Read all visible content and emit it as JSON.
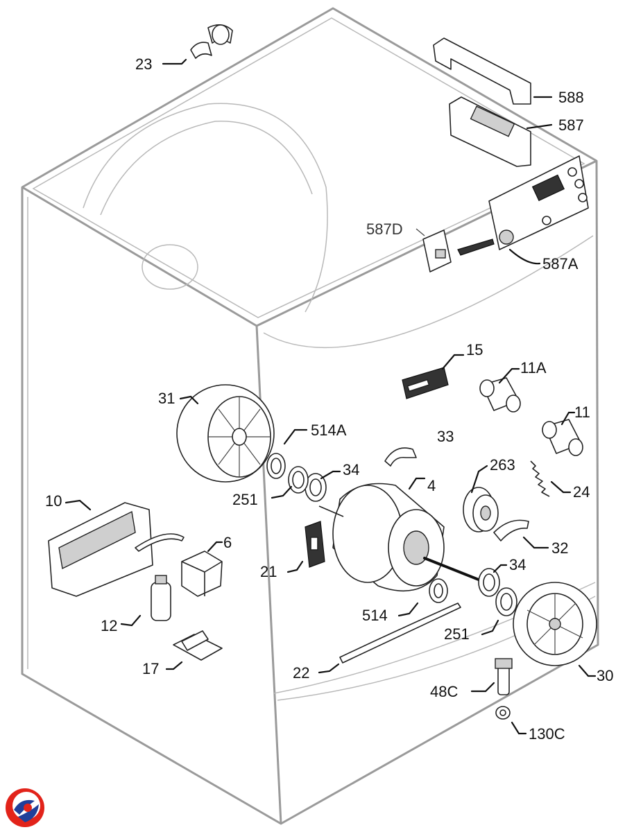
{
  "labels": {
    "p23": "23",
    "p588": "588",
    "p587": "587",
    "p587D": "587D",
    "p587A": "587A",
    "p15": "15",
    "p11A": "11A",
    "p11": "11",
    "p31": "31",
    "p514A": "514A",
    "p33": "33",
    "p34a": "34",
    "p263": "263",
    "p24": "24",
    "p251a": "251",
    "p4": "4",
    "p10": "10",
    "p6": "6",
    "p32": "32",
    "p21": "21",
    "p34b": "34",
    "p12": "12",
    "p514": "514",
    "p251b": "251",
    "p17": "17",
    "p22": "22",
    "p30": "30",
    "p48C": "48C",
    "p130C": "130C"
  },
  "colors": {
    "logo_red": "#e2231a",
    "logo_blue": "#1f3f9a"
  },
  "icons": {
    "logo": "brand-swirl-logo"
  }
}
